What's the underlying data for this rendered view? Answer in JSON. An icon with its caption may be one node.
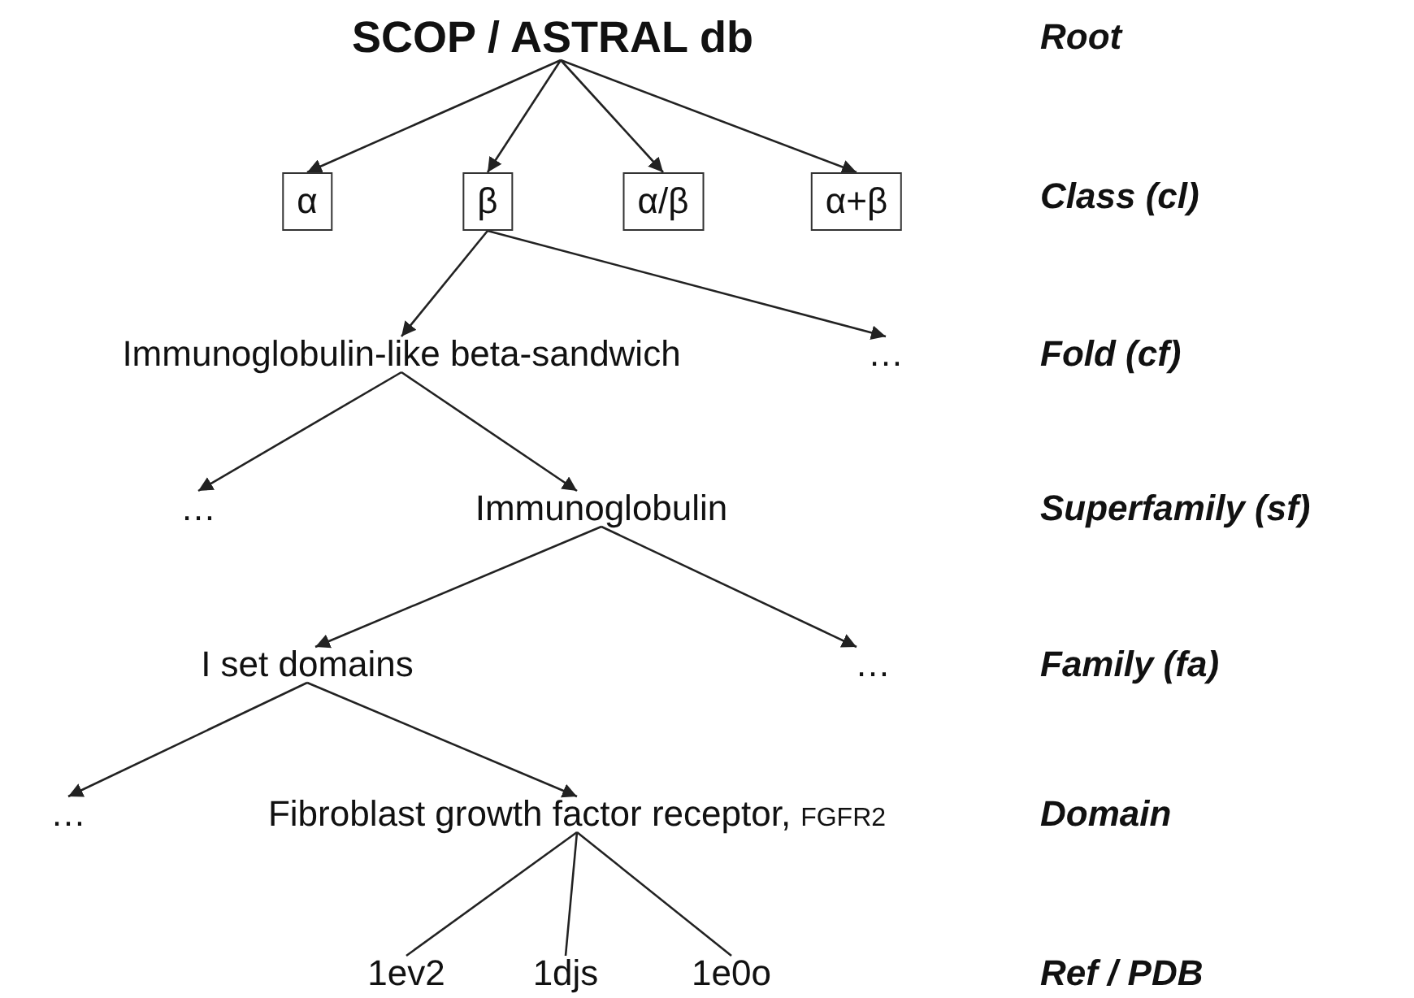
{
  "diagram": {
    "nodes": [
      {
        "text": [
          "SCOP / ASTRAL db"
        ]
      },
      {
        "text": [
          "α"
        ]
      },
      {
        "text": [
          "β"
        ]
      },
      {
        "text": [
          "α/β"
        ]
      },
      {
        "text": [
          "α+β"
        ]
      },
      {
        "text": [
          "Immunoglobulin-like beta-sandwich"
        ]
      },
      {
        "text": [
          "…"
        ]
      },
      {
        "text": [
          "…"
        ]
      },
      {
        "text": [
          "Immunoglobulin"
        ]
      },
      {
        "text": [
          "I set domains"
        ]
      },
      {
        "text": [
          "…"
        ]
      },
      {
        "text": [
          "…"
        ]
      },
      {
        "text": [
          "Fibroblast growth factor receptor,",
          "FGFR2"
        ]
      },
      {
        "text": [
          "1ev2"
        ]
      },
      {
        "text": [
          "1djs"
        ]
      },
      {
        "text": [
          "1e0o"
        ]
      }
    ],
    "edges": [
      {
        "from": 0,
        "to": 1,
        "arrow": "to"
      },
      {
        "from": 0,
        "to": 2,
        "arrow": "to"
      },
      {
        "from": 0,
        "to": 3,
        "arrow": "to"
      },
      {
        "from": 0,
        "to": 4,
        "arrow": "to"
      },
      {
        "from": 2,
        "to": 5,
        "arrow": "to"
      },
      {
        "from": 2,
        "to": 6,
        "arrow": "to"
      },
      {
        "from": 5,
        "to": 7,
        "arrow": "to"
      },
      {
        "from": 5,
        "to": 8,
        "arrow": "to"
      },
      {
        "from": 8,
        "to": 9,
        "arrow": "to"
      },
      {
        "from": 8,
        "to": 10,
        "arrow": "to"
      },
      {
        "from": 9,
        "to": 11,
        "arrow": "to"
      },
      {
        "from": 9,
        "to": 12,
        "arrow": "to"
      },
      {
        "from": 12,
        "to": 13,
        "arrow": "none"
      },
      {
        "from": 12,
        "to": 14,
        "arrow": "none"
      },
      {
        "from": 12,
        "to": 15,
        "arrow": "none"
      }
    ],
    "labels": [
      "Root",
      "Class (cl)",
      "Fold (cf)",
      "Superfamily (sf)",
      "Family (fa)",
      "Domain",
      "Ref / PDB"
    ]
  }
}
